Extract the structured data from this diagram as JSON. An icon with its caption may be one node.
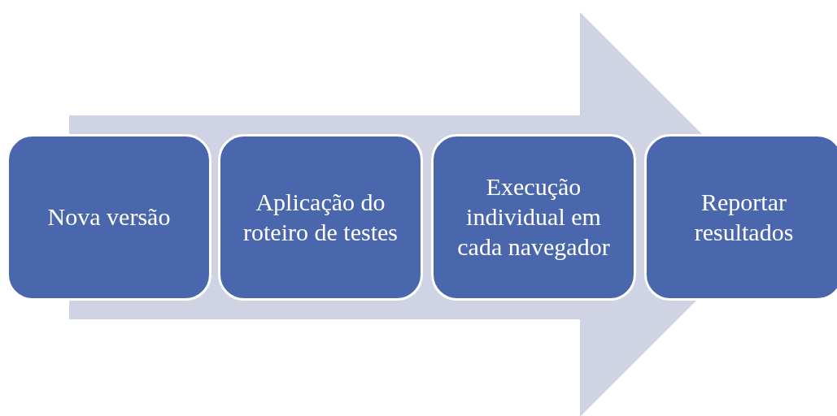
{
  "diagram": {
    "nodes": [
      {
        "text": [
          "Nova versão"
        ]
      },
      {
        "text": [
          "Aplicação do roteiro de testes"
        ]
      },
      {
        "text": [
          "Execução individual em cada navegador"
        ]
      },
      {
        "text": [
          "Reportar resultados"
        ]
      }
    ],
    "edges": [
      {
        "from": 0,
        "to": 3,
        "arrow": "to"
      }
    ]
  }
}
